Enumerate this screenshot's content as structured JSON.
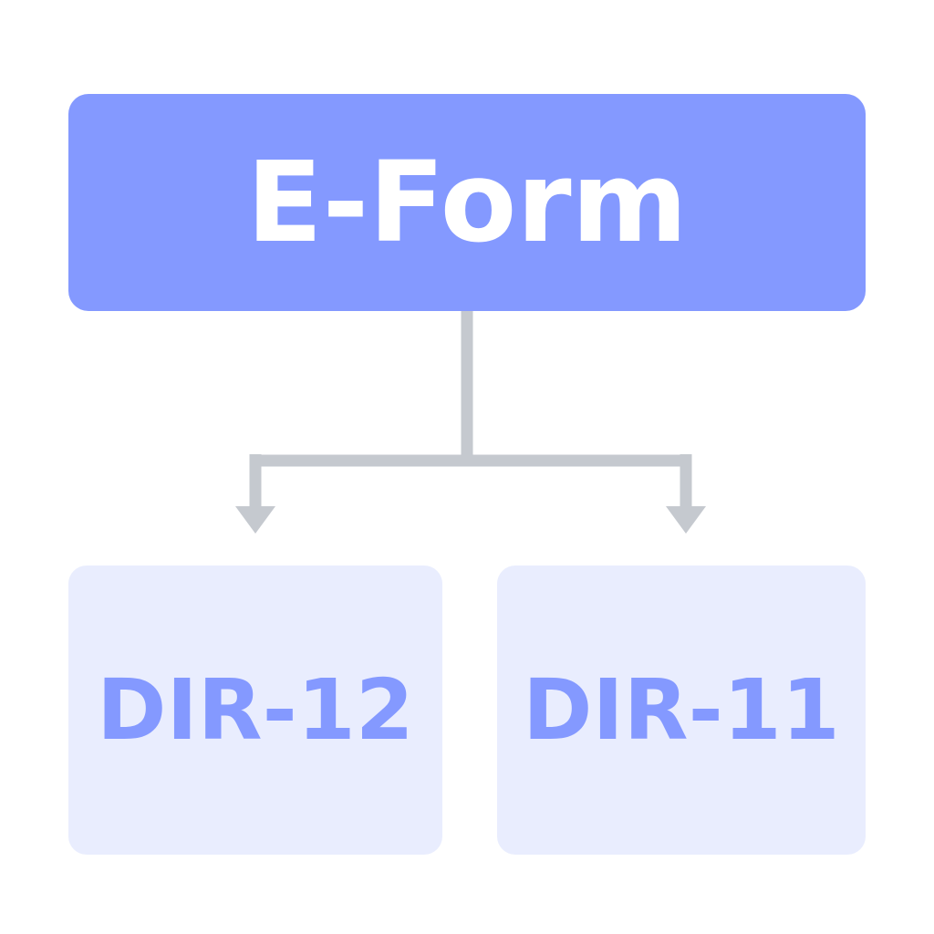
{
  "root": {
    "label": "E-Form"
  },
  "children": [
    {
      "label": "DIR-12"
    },
    {
      "label": "DIR-11"
    }
  ],
  "colors": {
    "primary": "#8499ff",
    "child_bg": "#e9edfe",
    "connector": "#c5c9cf"
  }
}
